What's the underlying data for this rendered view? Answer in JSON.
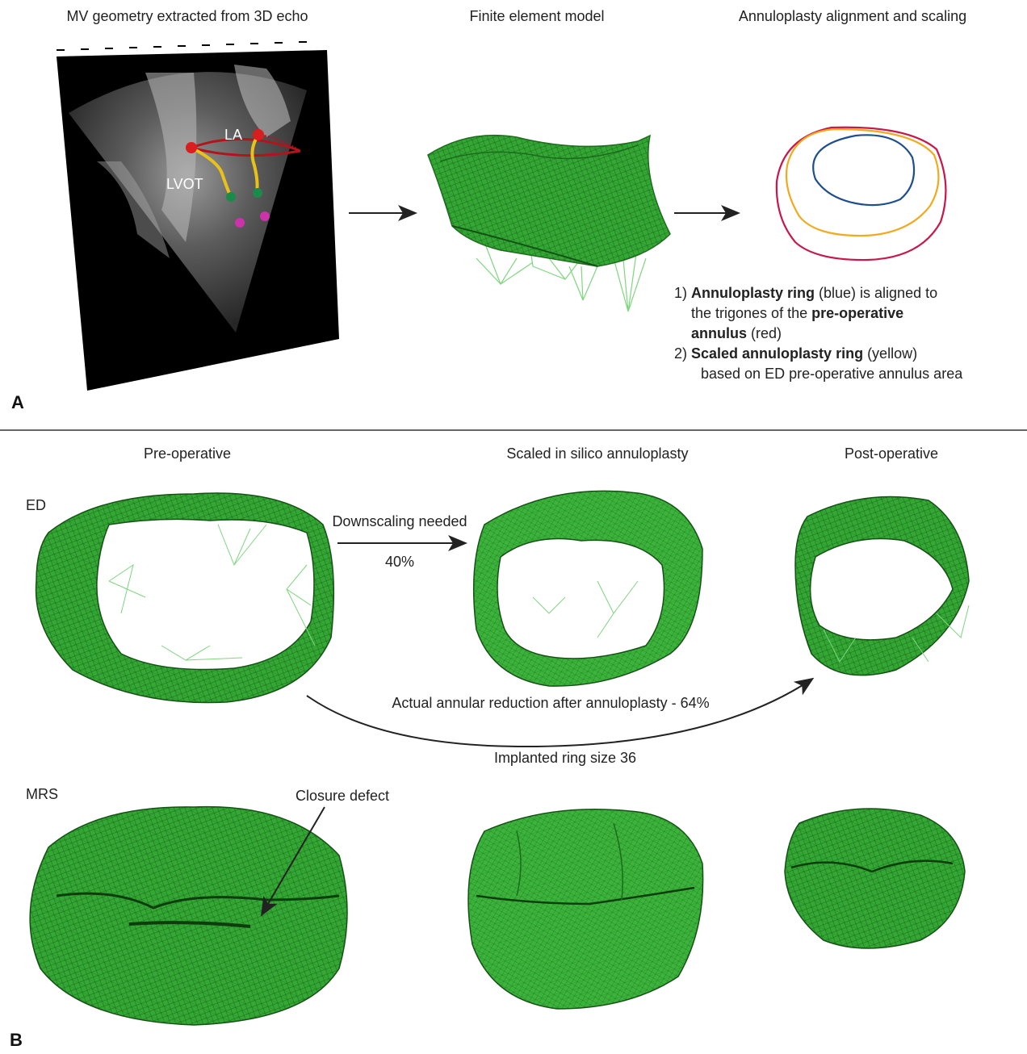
{
  "panel_a": {
    "letter": "A",
    "titles": {
      "echo": "MV geometry extracted from 3D echo",
      "fem": "Finite element model",
      "ring": "Annuloplasty alignment and scaling"
    },
    "echo_labels": {
      "la": "LA",
      "lvot": "LVOT"
    },
    "ring_colors": {
      "blue": "#1f4e8c",
      "yellow": "#f2a91c",
      "red": "#c8174a"
    },
    "notes": {
      "n1_prefix": "1) ",
      "n1_bold": "Annuloplasty ring",
      "n1_rest": " (blue) is aligned to",
      "n1_l2": "the trigones of the ",
      "n1_l2_bold": "pre-operative",
      "n1_l3_bold": "annulus",
      "n1_l3_rest": " (red)",
      "n2_prefix": "2) ",
      "n2_bold": "Scaled annuloplasty ring",
      "n2_rest": " (yellow)",
      "n2_l2": "based on ED pre-operative annulus area"
    }
  },
  "panel_b": {
    "letter": "B",
    "columns": {
      "pre": "Pre-operative",
      "scaled": "Scaled in silico annuloplasty",
      "post": "Post-operative"
    },
    "rows": {
      "ed": "ED",
      "mrs": "MRS"
    },
    "downscaling_label": "Downscaling needed",
    "downscaling_value": "40%",
    "actual_reduction": "Actual annular reduction after annuloplasty - 64%",
    "ring_size": "Implanted ring size 36",
    "closure_defect": "Closure defect"
  },
  "colors": {
    "mesh_green": "#2f9e2f",
    "mesh_dark": "#1d6b1d",
    "chord": "#7ed67e"
  }
}
